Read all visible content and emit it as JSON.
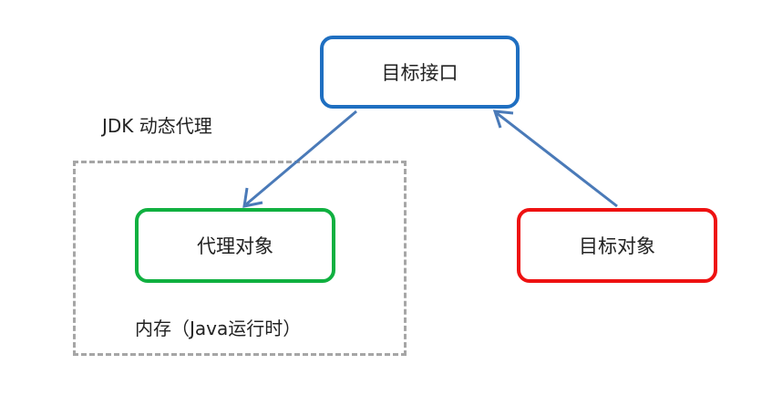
{
  "diagram": {
    "title_label": "JDK 动态代理",
    "memory_label": "内存（Java运行时）",
    "nodes": {
      "target_interface": "目标接口",
      "proxy_object": "代理对象",
      "target_object": "目标对象"
    },
    "colors": {
      "target_interface_border": "#1f6fc1",
      "proxy_object_border": "#10b040",
      "target_object_border": "#ee1111",
      "arrow": "#4a7ab8",
      "dashed_region": "#a6a6a6"
    },
    "edges": [
      {
        "from": "target_interface",
        "to": "proxy_object"
      },
      {
        "from": "target_object",
        "to": "target_interface"
      }
    ]
  }
}
